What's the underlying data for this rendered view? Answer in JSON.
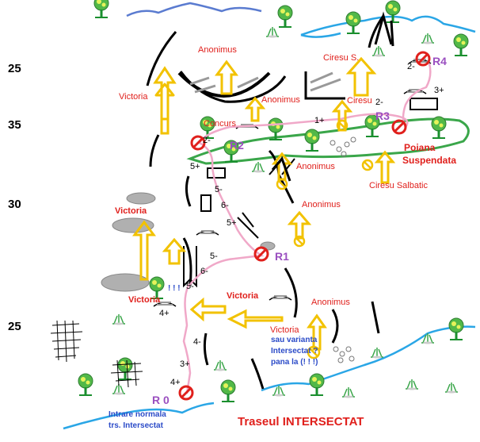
{
  "title": "Traseul INTERSECTAT",
  "side_grades": [
    "25",
    "35",
    "30",
    "25"
  ],
  "relays": [
    "R 0",
    "R1",
    "R2",
    "R3",
    "R4"
  ],
  "routes": {
    "victoria_top": "Victoria",
    "victoria_left": "Victoria",
    "victoria_low": "Victoria",
    "victoria_mid": "Victoria",
    "victoria_right": "Victoria",
    "anonimus_top": "Anonimus",
    "anonimus_2": "Anonimus",
    "anonimus_3": "Anonimus",
    "anonimus_4": "Anonimus",
    "anonimus_5": "Anonimus",
    "ciresu_s": "Ciresu S.",
    "ciresu": "Ciresu",
    "ciresu_salbatic": "Ciresu Salbatic",
    "concurs": "Concurs"
  },
  "poiana": [
    "Poiana",
    "Suspendata"
  ],
  "variant_note": [
    "sau varianta",
    "Intersectat ?",
    "pana la (! ! !)"
  ],
  "entry_note": [
    "Intrare normala",
    "trs. Intersectat"
  ],
  "warning_marks": "! ! !",
  "pitch_grades": {
    "g4plus_bottom": "4+",
    "g3plus": "3+",
    "g4minus": "4-",
    "g4plus_mid": "4+",
    "g5minus_low": "5-",
    "g6minus": "6-",
    "g5minus_r1": "5-",
    "g5plus": "5+",
    "g6minus_mid": "6-",
    "g5minus_mid": "5-",
    "g5plus_top": "5+",
    "g2minus_r2": "2-",
    "g1plus": "1+",
    "g2minus_r3": "2-",
    "g3plus_r4": "3+",
    "g2minus_r4": "2-"
  },
  "colors": {
    "route_arrow": "#f2c200",
    "rope_path": "#f0a8c8",
    "water": "#2aa6e6",
    "grass_line": "#3aa64a",
    "relay": "#e0201c"
  }
}
